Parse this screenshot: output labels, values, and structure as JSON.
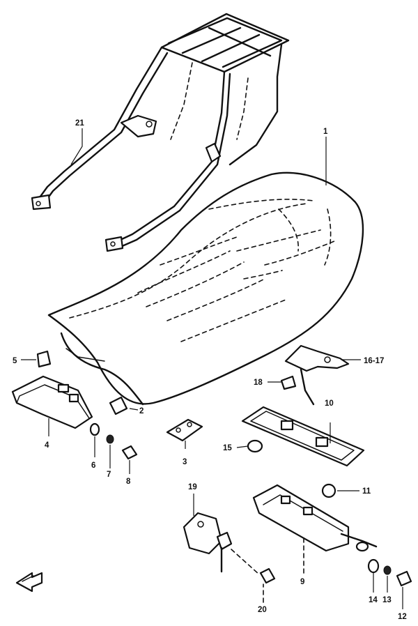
{
  "diagram": {
    "callouts": [
      {
        "id": "c1",
        "label": "1"
      },
      {
        "id": "c2",
        "label": "2"
      },
      {
        "id": "c3",
        "label": "3"
      },
      {
        "id": "c4",
        "label": "4"
      },
      {
        "id": "c5",
        "label": "5"
      },
      {
        "id": "c6",
        "label": "6"
      },
      {
        "id": "c7",
        "label": "7"
      },
      {
        "id": "c8",
        "label": "8"
      },
      {
        "id": "c9",
        "label": "9"
      },
      {
        "id": "c10",
        "label": "10"
      },
      {
        "id": "c11",
        "label": "11"
      },
      {
        "id": "c12",
        "label": "12"
      },
      {
        "id": "c13",
        "label": "13"
      },
      {
        "id": "c14",
        "label": "14"
      },
      {
        "id": "c15",
        "label": "15"
      },
      {
        "id": "c16",
        "label": "16-17"
      },
      {
        "id": "c18",
        "label": "18"
      },
      {
        "id": "c19",
        "label": "19"
      },
      {
        "id": "c20",
        "label": "20"
      },
      {
        "id": "c21",
        "label": "21"
      }
    ],
    "front_arrow_icon": "front-direction-arrow-icon"
  }
}
